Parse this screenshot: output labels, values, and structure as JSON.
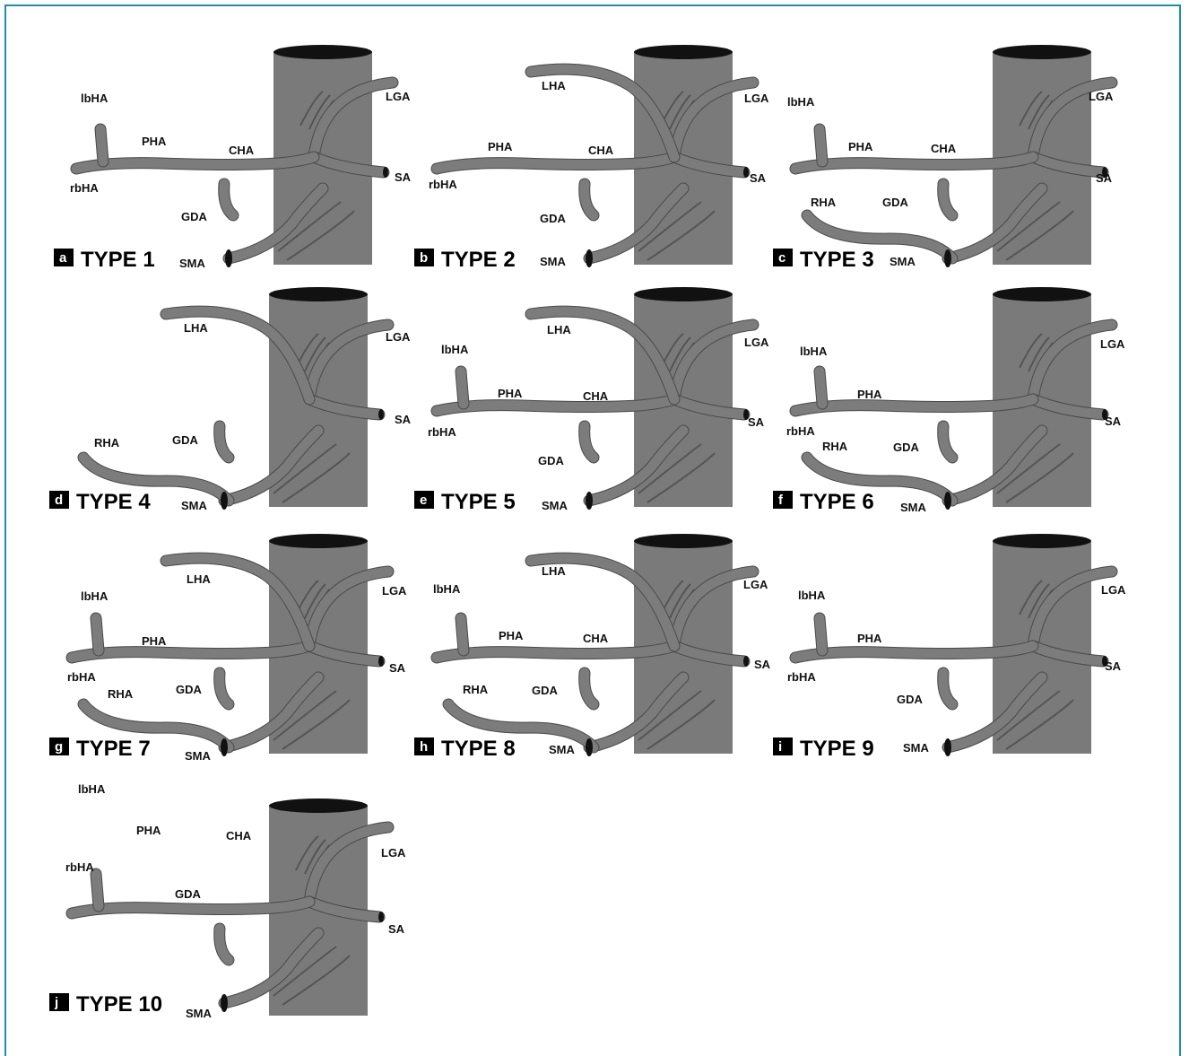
{
  "figure": {
    "border_color": "#1a8fb0",
    "aorta_color": "#7a7a7a",
    "aorta_top_color": "#111111",
    "vessel_color": "#7c7c7c"
  },
  "panels": [
    {
      "letter": "a",
      "title": "TYPE 1",
      "labels": {
        "lbha": "lbHA",
        "rbha": "rbHA",
        "pha": "PHA",
        "cha": "CHA",
        "gda": "GDA",
        "lga": "LGA",
        "sa": "SA",
        "sma": "SMA"
      }
    },
    {
      "letter": "b",
      "title": "TYPE 2",
      "labels": {
        "lha": "LHA",
        "rbha": "rbHA",
        "pha": "PHA",
        "cha": "CHA",
        "gda": "GDA",
        "lga": "LGA",
        "sa": "SA",
        "sma": "SMA"
      }
    },
    {
      "letter": "c",
      "title": "TYPE 3",
      "labels": {
        "lbha": "lbHA",
        "pha": "PHA",
        "cha": "CHA",
        "rha": "RHA",
        "gda": "GDA",
        "lga": "LGA",
        "sa": "SA",
        "sma": "SMA"
      }
    },
    {
      "letter": "d",
      "title": "TYPE 4",
      "labels": {
        "lha": "LHA",
        "rha": "RHA",
        "gda": "GDA",
        "lga": "LGA",
        "sa": "SA",
        "sma": "SMA"
      }
    },
    {
      "letter": "e",
      "title": "TYPE 5",
      "labels": {
        "lha": "LHA",
        "lbha": "lbHA",
        "rbha": "rbHA",
        "pha": "PHA",
        "cha": "CHA",
        "gda": "GDA",
        "lga": "LGA",
        "sa": "SA",
        "sma": "SMA"
      }
    },
    {
      "letter": "f",
      "title": "TYPE 6",
      "labels": {
        "lbha": "lbHA",
        "rbha": "rbHA",
        "pha": "PHA",
        "rha": "RHA",
        "gda": "GDA",
        "lga": "LGA",
        "sa": "SA",
        "sma": "SMA"
      }
    },
    {
      "letter": "g",
      "title": "TYPE 7",
      "labels": {
        "lha": "LHA",
        "lbha": "lbHA",
        "rbha": "rbHA",
        "pha": "PHA",
        "rha": "RHA",
        "gda": "GDA",
        "lga": "LGA",
        "sa": "SA",
        "sma": "SMA"
      }
    },
    {
      "letter": "h",
      "title": "TYPE 8",
      "labels": {
        "lha": "LHA",
        "lbha": "lbHA",
        "pha": "PHA",
        "cha": "CHA",
        "rha": "RHA",
        "gda": "GDA",
        "lga": "LGA",
        "sa": "SA",
        "sma": "SMA"
      }
    },
    {
      "letter": "i",
      "title": "TYPE 9",
      "labels": {
        "lbha": "lbHA",
        "rbha": "rbHA",
        "pha": "PHA",
        "gda": "GDA",
        "lga": "LGA",
        "sa": "SA",
        "sma": "SMA"
      }
    },
    {
      "letter": "j",
      "title": "TYPE 10",
      "labels": {
        "lbha": "lbHA",
        "rbha": "rbHA",
        "pha": "PHA",
        "cha": "CHA",
        "gda": "GDA",
        "lga": "LGA",
        "sa": "SA",
        "sma": "SMA"
      }
    }
  ]
}
